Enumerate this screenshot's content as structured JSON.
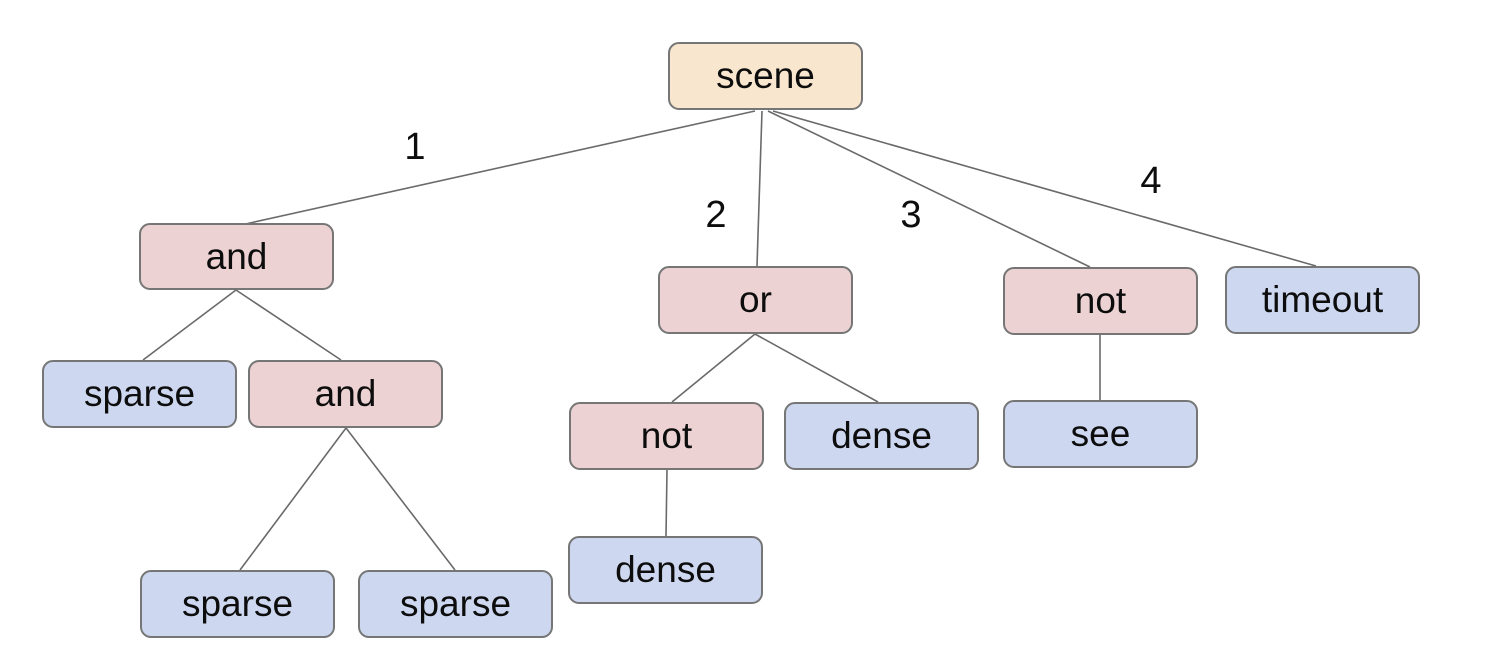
{
  "diagram": {
    "type": "tree",
    "colors": {
      "root_fill": "#f8e7ce",
      "operator_fill": "#ecd2d2",
      "leaf_fill": "#cdd8f0",
      "border": "#767676",
      "edge": "#6a6a6a",
      "text": "#0d0d0d",
      "bg": "#ffffff"
    },
    "nodes": [
      {
        "id": "scene",
        "label": "scene",
        "kind": "root"
      },
      {
        "id": "and-1",
        "label": "and",
        "kind": "operator"
      },
      {
        "id": "or",
        "label": "or",
        "kind": "operator"
      },
      {
        "id": "not-1",
        "label": "not",
        "kind": "operator"
      },
      {
        "id": "timeout",
        "label": "timeout",
        "kind": "leaf"
      },
      {
        "id": "sparse-1",
        "label": "sparse",
        "kind": "leaf"
      },
      {
        "id": "and-2",
        "label": "and",
        "kind": "operator"
      },
      {
        "id": "not-2",
        "label": "not",
        "kind": "operator"
      },
      {
        "id": "dense-1",
        "label": "dense",
        "kind": "leaf"
      },
      {
        "id": "see",
        "label": "see",
        "kind": "leaf"
      },
      {
        "id": "sparse-2",
        "label": "sparse",
        "kind": "leaf"
      },
      {
        "id": "sparse-3",
        "label": "sparse",
        "kind": "leaf"
      },
      {
        "id": "dense-2",
        "label": "dense",
        "kind": "leaf"
      }
    ],
    "edges": [
      {
        "from": "scene",
        "to": "and-1",
        "label": "1"
      },
      {
        "from": "scene",
        "to": "or",
        "label": "2"
      },
      {
        "from": "scene",
        "to": "not-1",
        "label": "3"
      },
      {
        "from": "scene",
        "to": "timeout",
        "label": "4"
      },
      {
        "from": "and-1",
        "to": "sparse-1",
        "label": ""
      },
      {
        "from": "and-1",
        "to": "and-2",
        "label": ""
      },
      {
        "from": "or",
        "to": "not-2",
        "label": ""
      },
      {
        "from": "or",
        "to": "dense-1",
        "label": ""
      },
      {
        "from": "not-1",
        "to": "see",
        "label": ""
      },
      {
        "from": "and-2",
        "to": "sparse-2",
        "label": ""
      },
      {
        "from": "and-2",
        "to": "sparse-3",
        "label": ""
      },
      {
        "from": "not-2",
        "to": "dense-2",
        "label": ""
      }
    ]
  }
}
